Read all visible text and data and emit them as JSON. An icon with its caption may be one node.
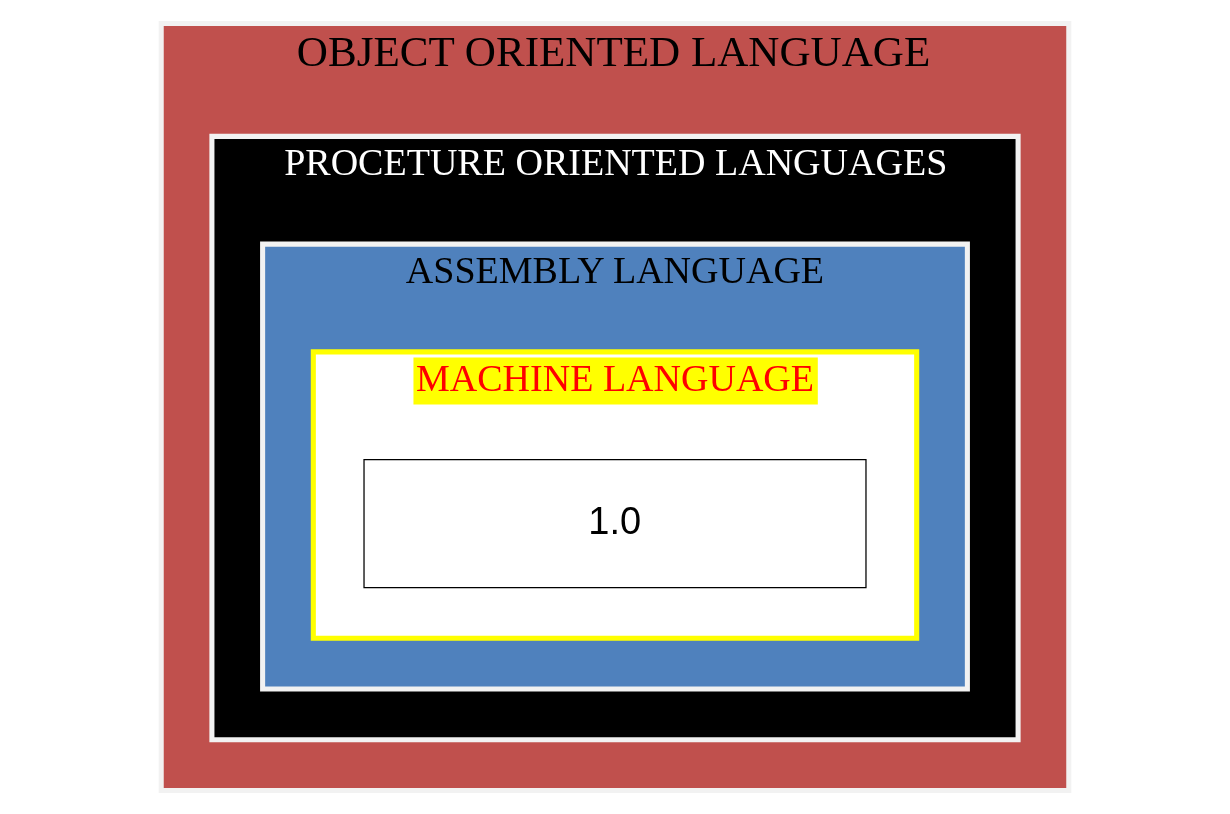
{
  "diagram": {
    "nodes": [
      {
        "text": [
          "OBJECT ORIENTED LANGUAGE"
        ]
      },
      {
        "text": [
          "PROCETURE ORIENTED LANGUAGES"
        ],
        "in": 0
      },
      {
        "text": [
          "ASSEMBLY LANGUAGE"
        ],
        "in": 1
      },
      {
        "text": [
          "MACHINE LANGUAGE"
        ],
        "in": 2
      },
      {
        "text": [
          "1.0"
        ],
        "in": 3
      }
    ]
  }
}
